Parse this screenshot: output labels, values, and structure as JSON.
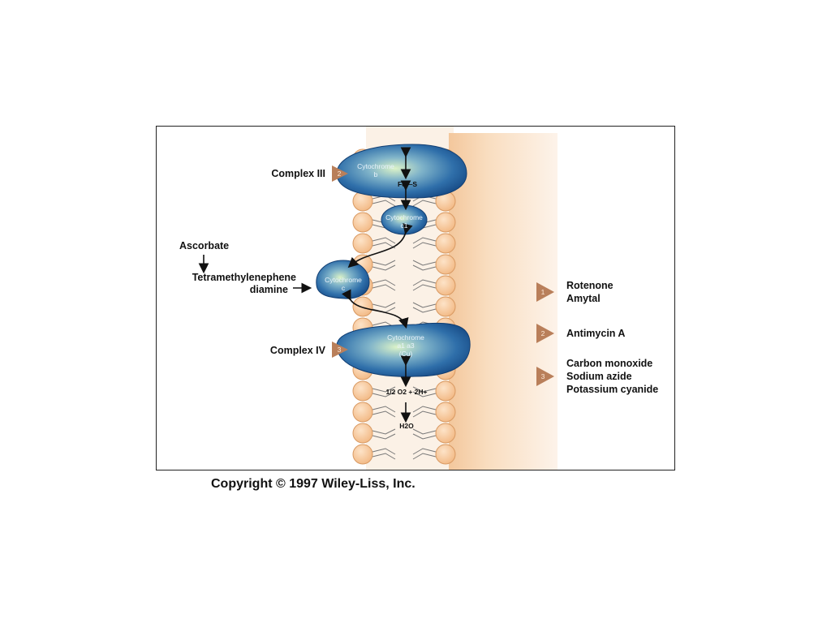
{
  "labels": {
    "complex_iii": "Complex III",
    "complex_iv": "Complex IV",
    "ascorbate": "Ascorbate",
    "tmpd_line1": "Tetramethylenephene",
    "tmpd_line2": "diamine",
    "cyt_b_1": "Cytochrome",
    "cyt_b_2": "b",
    "fe_s": "Fe—S",
    "cyt_c1_1": "Cytochrome",
    "cyt_c1_2": "c1",
    "cyt_c_1": "Cytochrome",
    "cyt_c_2": "c",
    "cyt_aa3_1": "Cytochrome",
    "cyt_aa3_2": "a1 a3",
    "cyt_aa3_3": "(Cu)",
    "oxygen": "1/2 O2 + 2H+",
    "water": "H2O"
  },
  "markers": {
    "complex_iii": "2",
    "complex_iv": "3"
  },
  "legend": [
    {
      "marker": "1",
      "lines": [
        "Rotenone",
        "Amytal"
      ]
    },
    {
      "marker": "2",
      "lines": [
        "Antimycin A"
      ]
    },
    {
      "marker": "3",
      "lines": [
        "Carbon monoxide",
        "Sodium azide",
        "Potassium cyanide"
      ]
    }
  ],
  "copyright": "Copyright © 1997 Wiley-Liss, Inc.",
  "colors": {
    "protein_dark": "#1f5fa0",
    "protein_light": "#d8f0c8",
    "lipid_head": "#f6c79c",
    "lipid_edge": "#d99a63",
    "matrix_band": "#f5cfa3",
    "marker": "#b97f5a"
  }
}
